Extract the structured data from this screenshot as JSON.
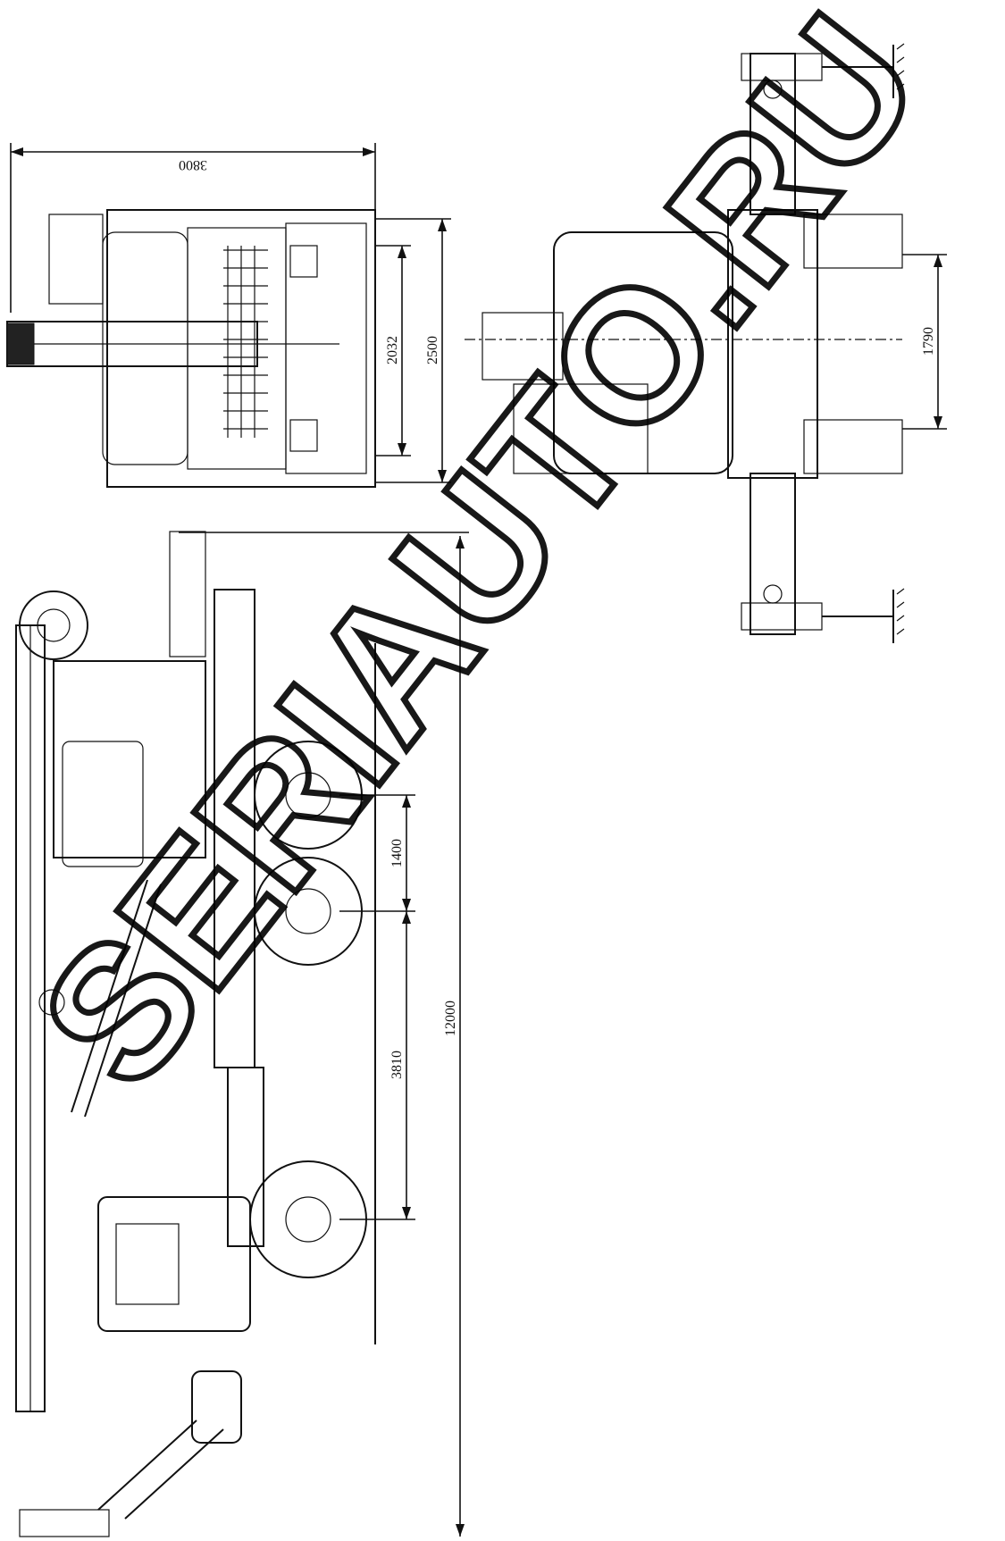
{
  "dimensions": {
    "top_width": "3800",
    "top_track": "2032",
    "top_overall": "2500",
    "rear_outrigger": "1790",
    "side_bogie": "1400",
    "side_wheelbase": "3810",
    "side_length": "12000"
  },
  "watermark": "SERIAUTO.RU",
  "colors": {
    "line": "#111111",
    "background": "#ffffff"
  }
}
